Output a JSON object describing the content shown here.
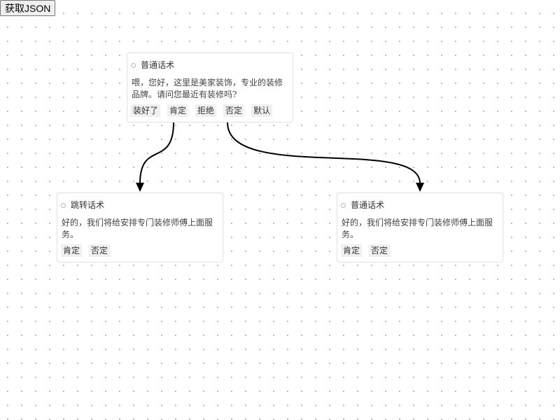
{
  "toolbar": {
    "get_json_label": "获取JSON"
  },
  "nodes": [
    {
      "title": "普通话术",
      "content": "喂，您好，这里是美家装饰，专业的装修品牌。请问您最近有装修吗?",
      "branches": [
        "装好了",
        "肯定",
        "拒绝",
        "否定",
        "默认"
      ]
    },
    {
      "title": "跳转话术",
      "content": "好的，我们将给安排专门装修师傅上面服务。",
      "branches": [
        "肯定",
        "否定"
      ]
    },
    {
      "title": "普通话术",
      "content": "好的，我们将给安排专门装修师傅上面服务。",
      "branches": [
        "肯定",
        "否定"
      ]
    }
  ],
  "colors": {
    "edge": "#000000",
    "grid_dot": "#b7b7b7",
    "node_border": "#e2e2e2",
    "branch_bg": "#f0f0f0"
  }
}
